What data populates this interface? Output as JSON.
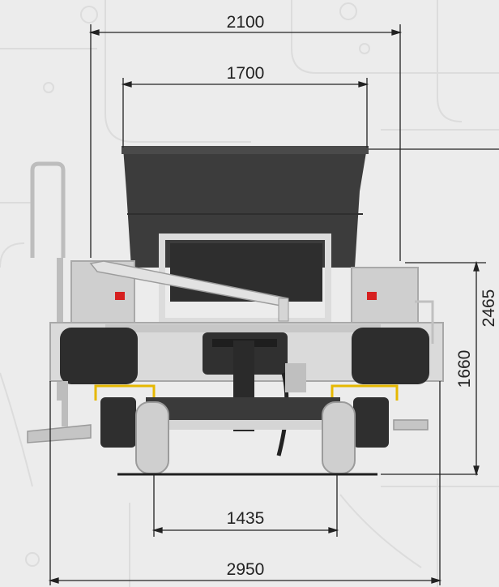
{
  "dimensions": {
    "overall_width": "2950",
    "top_width": "2100",
    "hopper_width": "1700",
    "track_gauge": "1435",
    "buffer_height": "1660",
    "overall_height": "2465"
  },
  "colors": {
    "background": "#ececec",
    "body_dark": "#3a3a3a",
    "frame_light": "#d9d9d9",
    "accent_yellow": "#e6b800",
    "accent_red": "#d62020"
  }
}
